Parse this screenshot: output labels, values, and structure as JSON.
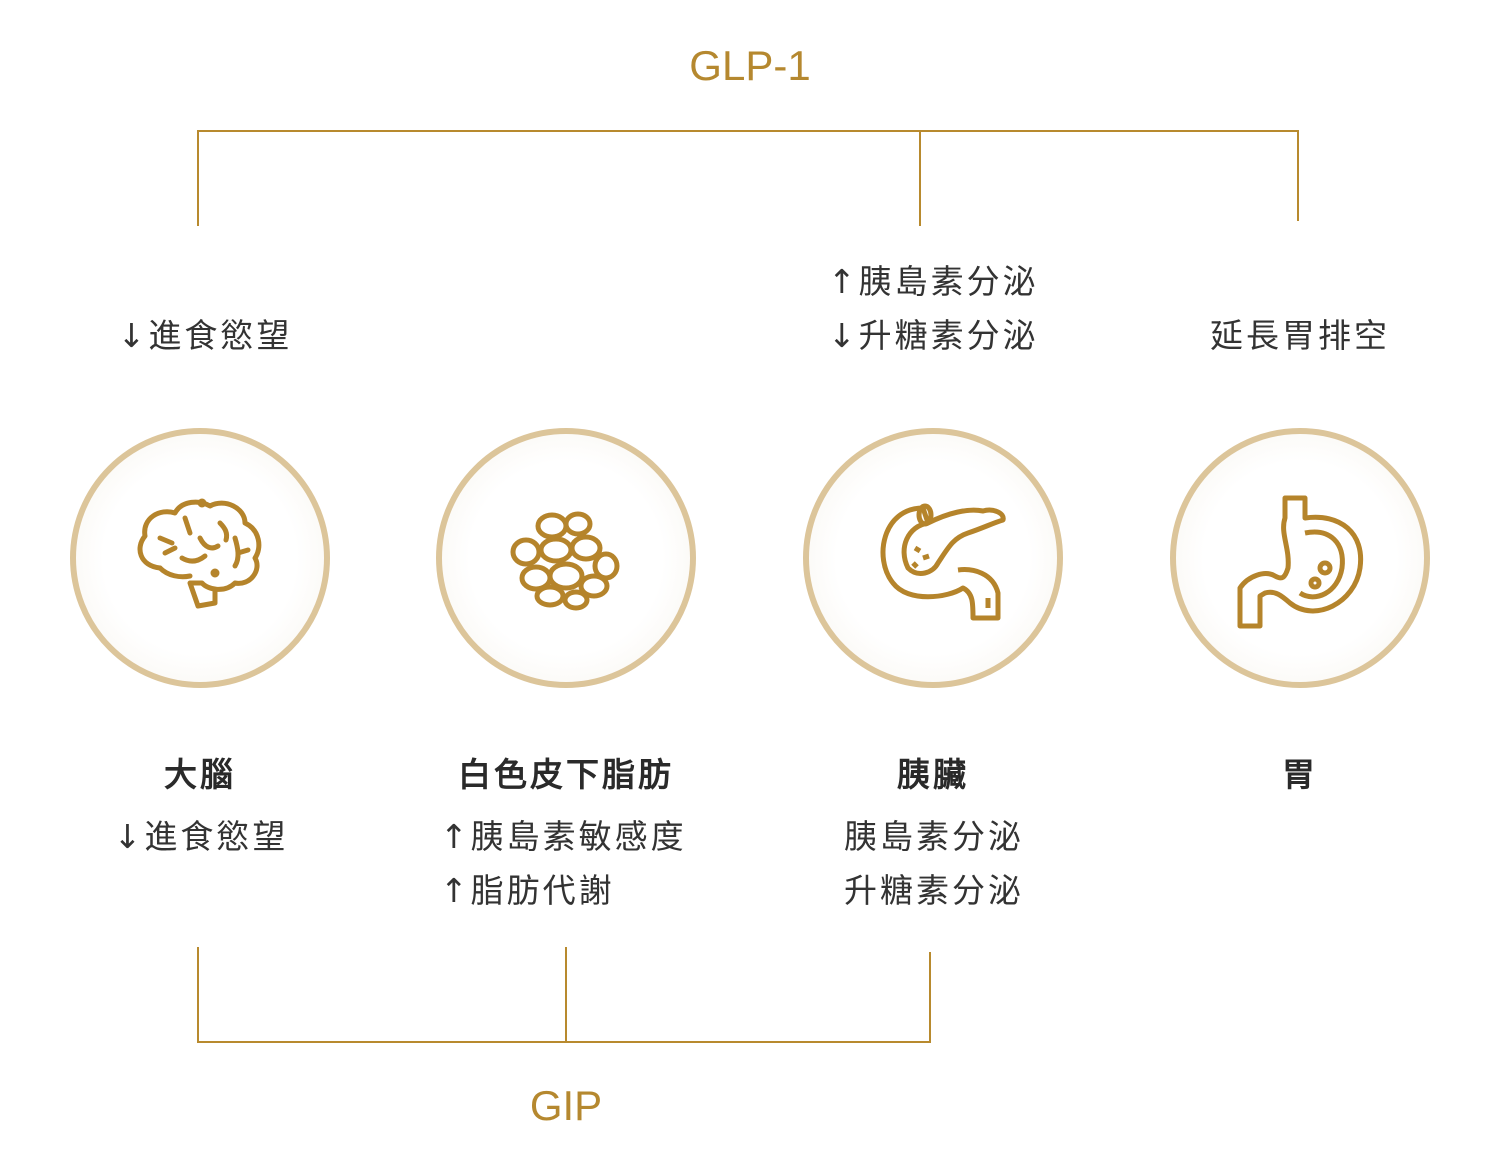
{
  "glp1": {
    "label": "GLP-1",
    "effects": {
      "brain": "↓進食慾望",
      "pancreas": [
        "↑胰島素分泌",
        "↓升糖素分泌"
      ],
      "stomach": "延長胃排空"
    }
  },
  "organs": [
    {
      "name": "大腦",
      "icon": "brain-icon",
      "gip_effects": [
        "↓進食慾望"
      ]
    },
    {
      "name": "白色皮下脂肪",
      "icon": "fat-cells-icon",
      "gip_effects": [
        "↑胰島素敏感度",
        "↑脂肪代謝"
      ]
    },
    {
      "name": "胰臟",
      "icon": "pancreas-icon",
      "gip_effects": [
        "胰島素分泌",
        "升糖素分泌"
      ]
    },
    {
      "name": "胃",
      "icon": "stomach-icon",
      "gip_effects": []
    }
  ],
  "gip": {
    "label": "GIP"
  },
  "colors": {
    "accent": "#b5882f",
    "ring": "#dcc59a",
    "text": "#333333"
  }
}
